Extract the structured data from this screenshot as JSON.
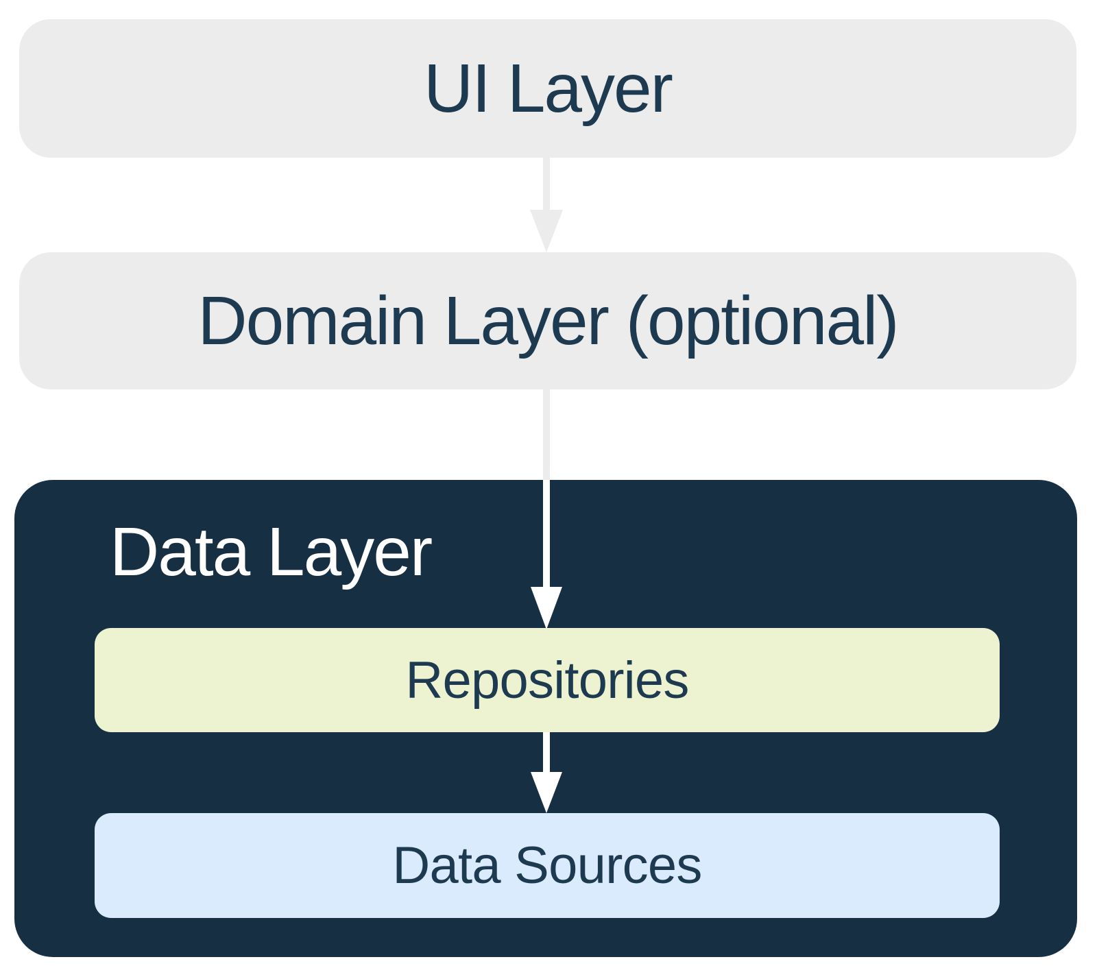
{
  "colors": {
    "box-gray": "#ececec",
    "box-dark": "#172f43",
    "box-green": "#edf3d0",
    "box-blue": "#d9ebfc",
    "text-navy": "#1d3a50",
    "text-white": "#ffffff",
    "arrow-gray": "#ececec",
    "arrow-white": "#ffffff"
  },
  "diagram": {
    "ui_layer": {
      "label": "UI Layer"
    },
    "domain_layer": {
      "label": "Domain Layer (optional)"
    },
    "data_layer": {
      "label": "Data Layer",
      "repositories": {
        "label": "Repositories"
      },
      "data_sources": {
        "label": "Data Sources"
      }
    }
  }
}
